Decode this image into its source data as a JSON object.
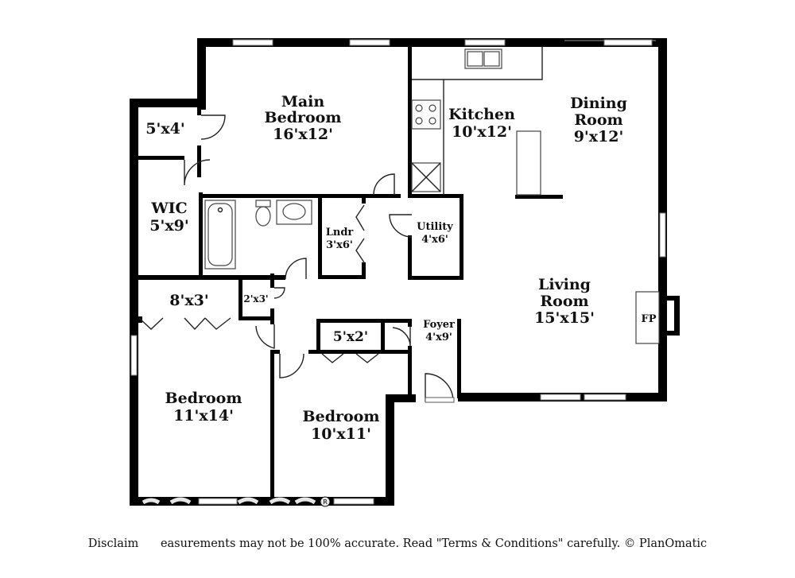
{
  "rooms": {
    "main_bedroom": {
      "name_line1": "Main",
      "name_line2": "Bedroom",
      "size": "16'x12'"
    },
    "closet_5x4": {
      "size": "5'x4'"
    },
    "wic": {
      "name": "WIC",
      "size": "5'x9'"
    },
    "kitchen": {
      "name": "Kitchen",
      "size": "10'x12'"
    },
    "dining_room": {
      "name_line1": "Dining",
      "name_line2": "Room",
      "size": "9'x12'"
    },
    "laundry": {
      "name": "Lndr",
      "size": "3'x6'"
    },
    "utility": {
      "name": "Utility",
      "size": "4'x6'"
    },
    "living_room": {
      "name_line1": "Living",
      "name_line2": "Room",
      "size": "15'x15'"
    },
    "fireplace": {
      "name": "FP"
    },
    "closet_8x3": {
      "size": "8'x3'"
    },
    "closet_2x3": {
      "size": "2'x3'"
    },
    "closet_5x2": {
      "size": "5'x2'"
    },
    "foyer": {
      "name": "Foyer",
      "size": "4'x9'"
    },
    "bedroom_left": {
      "name": "Bedroom",
      "size": "11'x14'"
    },
    "bedroom_right": {
      "name": "Bedroom",
      "size": "10'x11'"
    }
  },
  "footer": {
    "disclaimer": "Disclaim      easurements may not be 100% accurate. Read \"Terms & Conditions\" carefully. © PlanOmatic"
  }
}
